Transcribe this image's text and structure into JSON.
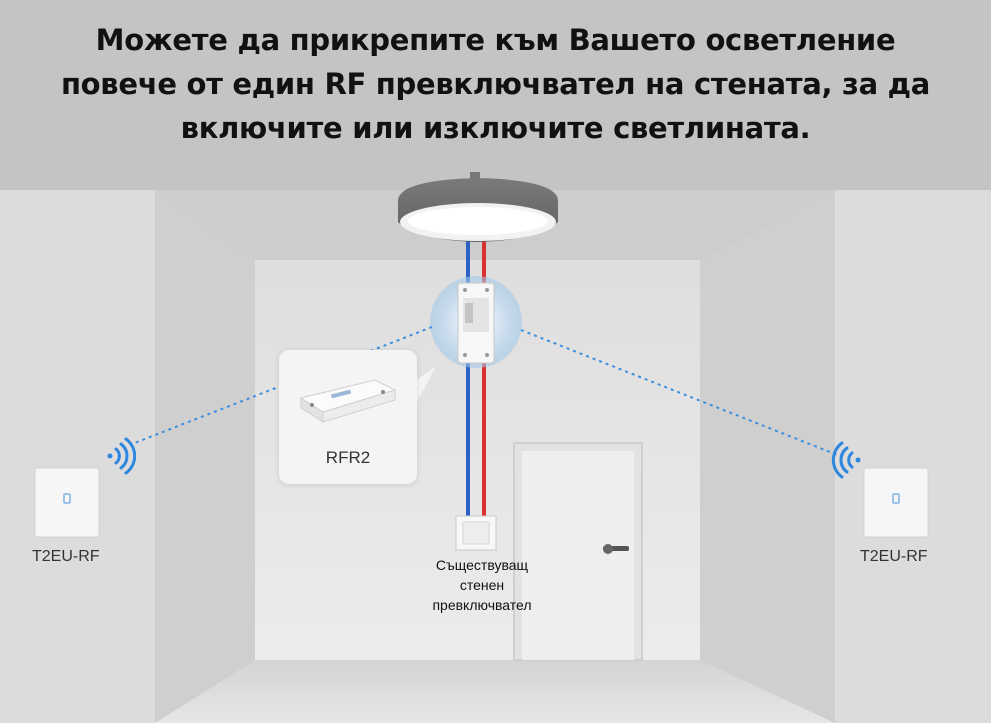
{
  "headline": {
    "line1": "Можете да прикрепите към Вашето осветление",
    "line2": "повече от един RF превключвател на стената, за да",
    "line3": "включите или изключите светлината."
  },
  "devices": {
    "receiver_label": "RFR2",
    "left_switch_label": "T2EU-RF",
    "right_switch_label": "T2EU-RF",
    "wall_switch_label": [
      "Съществуващ",
      "стенен",
      "превключвател"
    ]
  },
  "colors": {
    "wire_live": "#d93030",
    "wire_neutral": "#2a62c8",
    "signal": "#3a8fe0"
  },
  "icons": [
    "wifi-signal-icon",
    "ceiling-lamp-icon",
    "door-icon"
  ]
}
